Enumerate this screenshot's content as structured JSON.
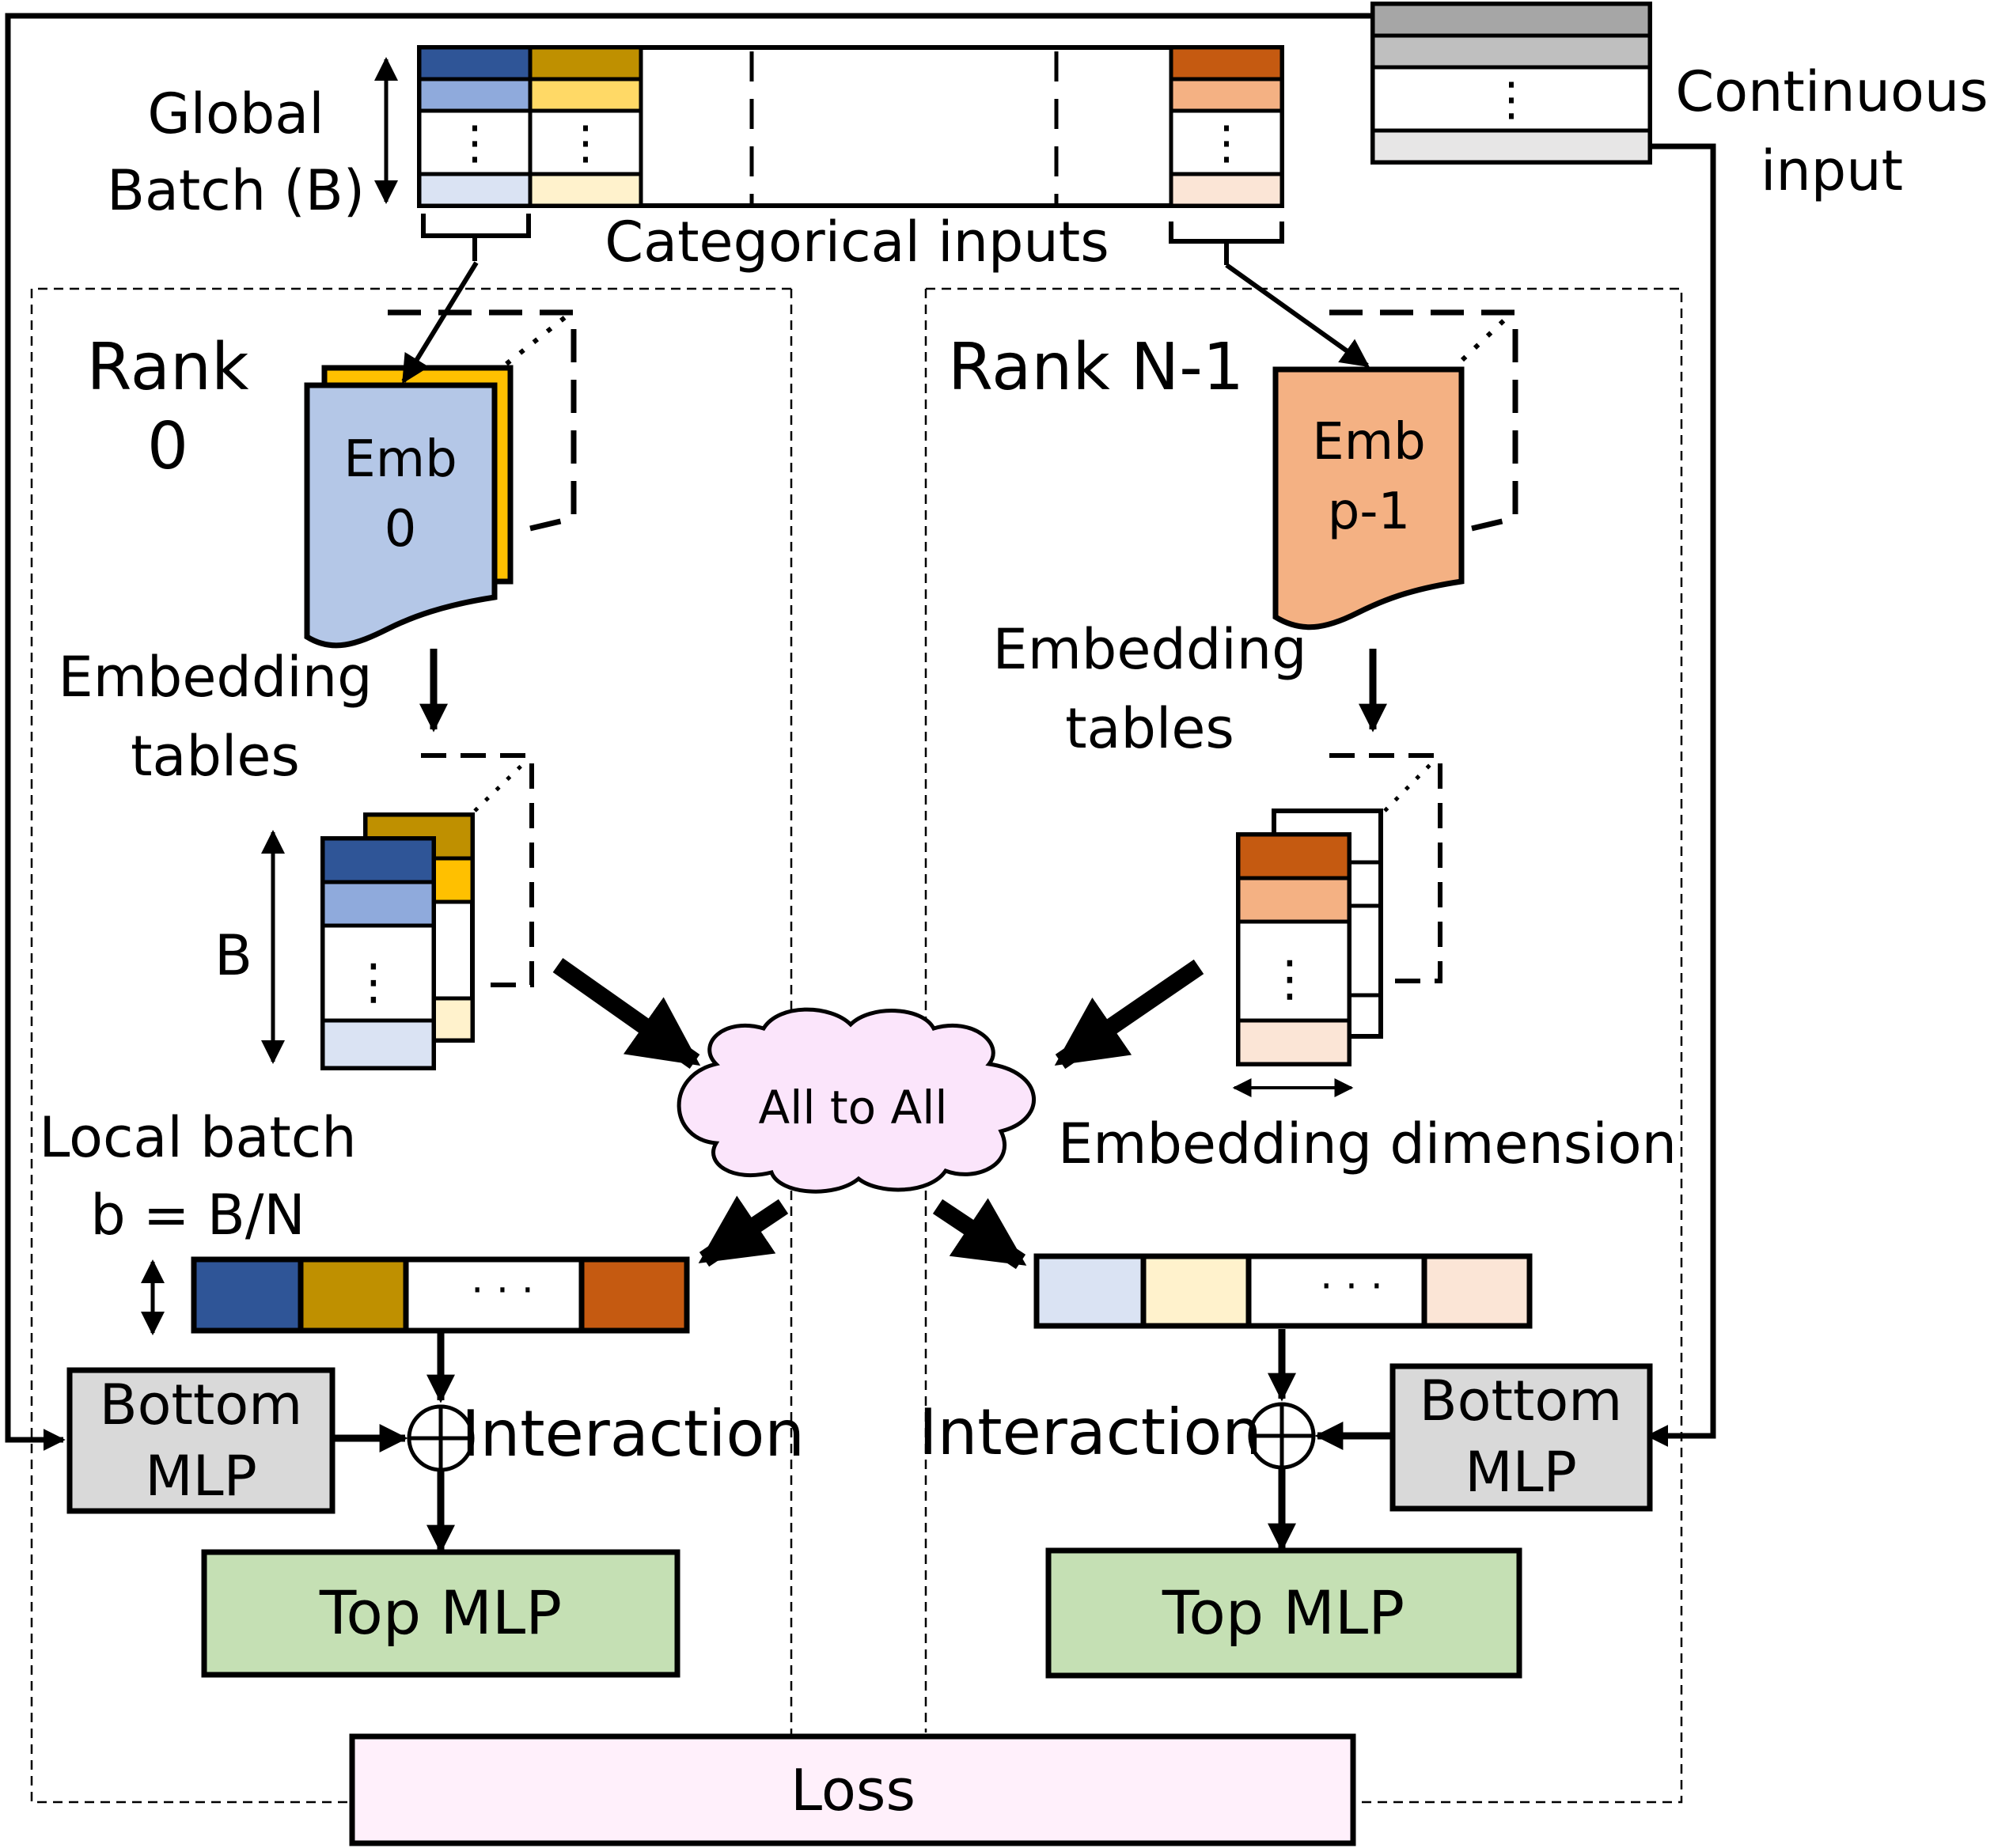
{
  "labels": {
    "global_batch_line1": "Global",
    "global_batch_line2": "Batch (B)",
    "categorical_inputs": "Categorical inputs",
    "continuous_input_line1": "Continuous",
    "continuous_input_line2": "input",
    "rank0_line1": "Rank",
    "rank0_line2": "0",
    "rankN_title": "Rank N-1",
    "emb0_line1": "Emb",
    "emb0_line2": "0",
    "embp_line1": "Emb",
    "embp_line2": "p-1",
    "emb_tables_left_line1": "Embedding",
    "emb_tables_left_line2": "tables",
    "emb_tables_right_line1": "Embedding",
    "emb_tables_right_line2": "tables",
    "b_label": "B",
    "local_batch_line1": "Local batch",
    "local_batch_line2": "b = B/N",
    "all_to_all": "All to All",
    "embedding_dimension": "Embedding dimension",
    "interaction_left": "Interaction",
    "interaction_right": "Interaction",
    "bottom_mlp_left_line1": "Bottom",
    "bottom_mlp_left_line2": "MLP",
    "bottom_mlp_right_line1": "Bottom",
    "bottom_mlp_right_line2": "MLP",
    "top_mlp_left": "Top MLP",
    "top_mlp_right": "Top MLP",
    "loss": "Loss",
    "ellipsis_vertical": "⋮",
    "ellipsis_horizontal": "· · ·"
  },
  "colors": {
    "blue_dark": "#2f5597",
    "blue_mid": "#8faadc",
    "blue_light": "#dae3f3",
    "gold_dark": "#bf9000",
    "gold_mid": "#ffd966",
    "gold_bright": "#ffc000",
    "gold_light": "#fff2cc",
    "orange_dark": "#c55a11",
    "orange_mid": "#f4b183",
    "orange_light": "#fbe5d6",
    "gray_dark": "#a6a6a6",
    "gray_mid": "#bfbfbf",
    "gray_light": "#e7e6e6",
    "emb0_fill": "#b4c7e7",
    "top_mlp_fill": "#c5e0b4",
    "bottom_mlp_fill": "#d9d9d9",
    "loss_fill": "#fff0fb",
    "cloud_fill": "#fbe5fb"
  }
}
